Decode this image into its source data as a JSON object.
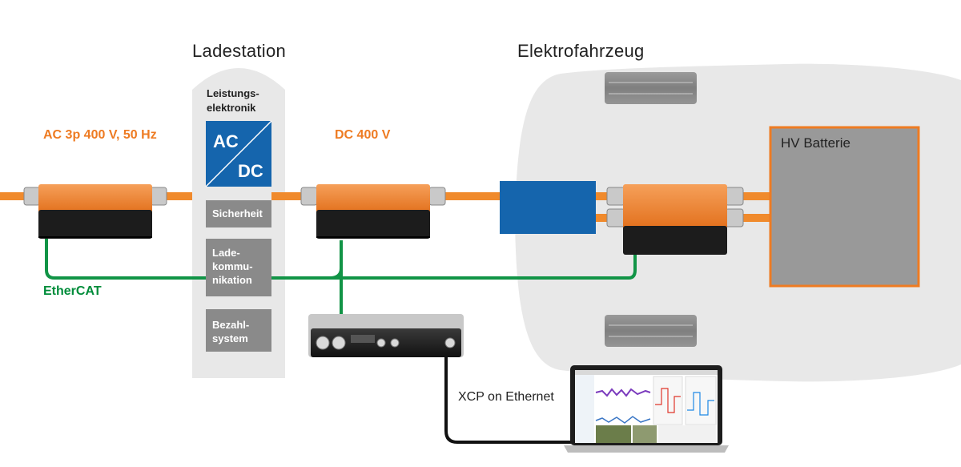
{
  "labels": {
    "ladestation": "Ladestation",
    "elektrofahrzeug": "Elektrofahrzeug",
    "ac_supply": "AC 3p 400 V, 50 Hz",
    "dc_supply": "DC 400 V",
    "ethercat": "EtherCAT",
    "xcp": "XCP on Ethernet",
    "hv_batterie": "HV Batterie"
  },
  "ladestation": {
    "leistungselektronik": "Leistungs-\nelektronik",
    "converter_in": "AC",
    "converter_out": "DC",
    "blocks": [
      "Sicherheit",
      "Lade-\nkommu-\nnikation",
      "Bezahl-\nsystem"
    ]
  },
  "colors": {
    "power_line": "#f08a2c",
    "ethercat_line": "#119446",
    "ethernet_line": "#111111",
    "station_block": "#8a8a8a",
    "converter": "#1565ad",
    "battery_border": "#ee7b22",
    "battery_fill": "#999999",
    "vehicle_body": "#e8e8e8",
    "measurement_module": "#f07f26"
  }
}
